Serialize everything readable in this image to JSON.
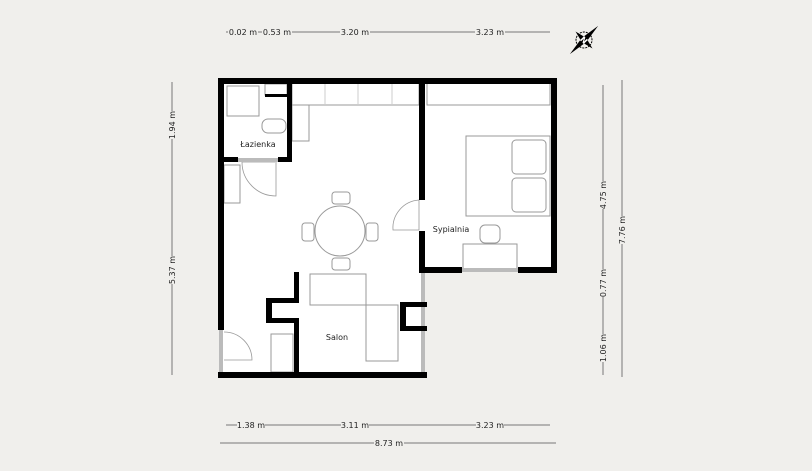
{
  "rooms": {
    "bathroom": "Łazienka",
    "bedroom": "Sypialnia",
    "living": "Salon"
  },
  "dimensions": {
    "top": [
      "0.02 m",
      "0.53 m",
      "3.20 m",
      "3.23 m"
    ],
    "bottom": [
      "1.38 m",
      "3.11 m",
      "3.23 m"
    ],
    "total_width": "8.73 m",
    "left": [
      "1.94 m",
      "5.37 m"
    ],
    "right": [
      "4.75 m",
      "0.77 m",
      "1.06 m"
    ],
    "total_height": "7.76 m"
  },
  "compass": {
    "icon": "compass-north-icon",
    "label": "N"
  }
}
